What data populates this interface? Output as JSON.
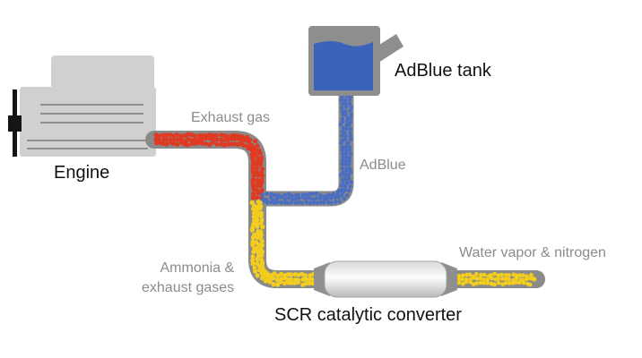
{
  "labels": {
    "engine": "Engine",
    "adblue_tank": "AdBlue tank",
    "exhaust_gas": "Exhaust gas",
    "adblue": "AdBlue",
    "ammonia_line1": "Ammonia &",
    "ammonia_line2": "exhaust gases",
    "water_vapor": "Water vapor & nitrogen",
    "scr": "SCR catalytic converter"
  },
  "colors": {
    "pipe": "#8a8a8a",
    "engine_block": "#d0d0d0",
    "engine_lines": "#8f8f8f",
    "tank_body": "#8e8e8e",
    "adblue_fluid": "#3b63ba",
    "exhaust_red": "#e03a22",
    "ammonia_yellow": "#f2cd1e",
    "adblue_blue": "#4a6fc2",
    "converter_body": "#e9e9e9"
  }
}
